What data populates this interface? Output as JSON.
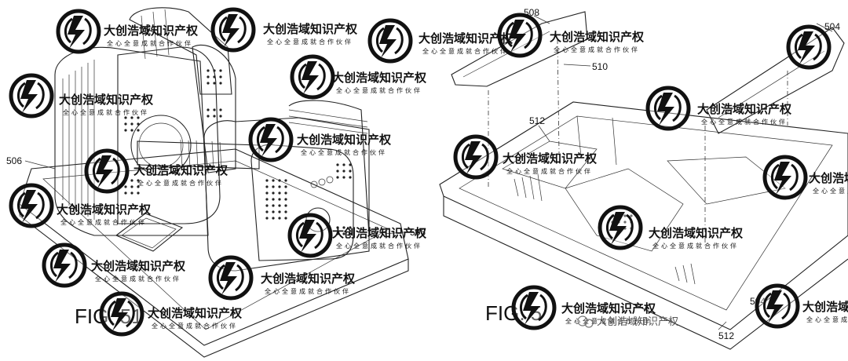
{
  "figures": [
    {
      "id": "fig51",
      "label": "FIG. 51",
      "refs": [
        "506",
        "506"
      ]
    },
    {
      "id": "fig5x",
      "label": "FIG. 5",
      "refs": [
        "508",
        "504",
        "510",
        "512",
        "512",
        "504"
      ]
    }
  ],
  "watermark": {
    "title": "大创浩域知识产权",
    "subtitle": "全心全意成就合作伙伴",
    "social_handle": "大创浩域知识产权"
  }
}
